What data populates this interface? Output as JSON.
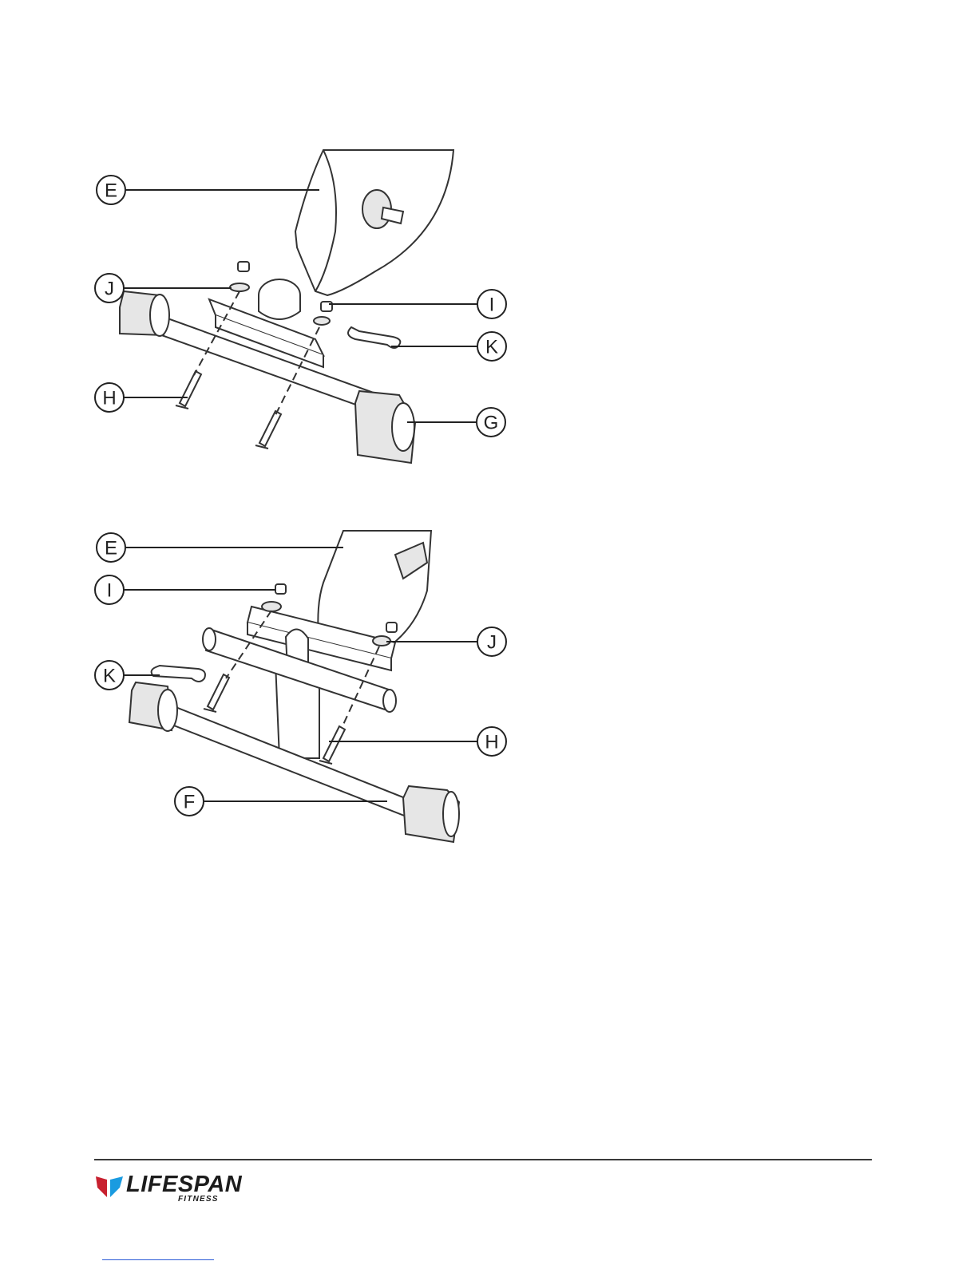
{
  "figures": [
    {
      "id": "front",
      "callouts": {
        "e": "E",
        "j": "J",
        "i": "I",
        "k": "K",
        "h": "H",
        "g": "G"
      }
    },
    {
      "id": "rear",
      "callouts": {
        "e": "E",
        "i": "I",
        "j": "J",
        "k": "K",
        "h": "H",
        "f": "F"
      }
    }
  ],
  "footer": {
    "brand": "LIFESPAN",
    "brand_sub": "FITNESS",
    "colors": {
      "brand_red": "#c8202f",
      "brand_blue": "#1a9be0",
      "rule": "#3a3a3a",
      "link": "#2a5ad6"
    }
  }
}
